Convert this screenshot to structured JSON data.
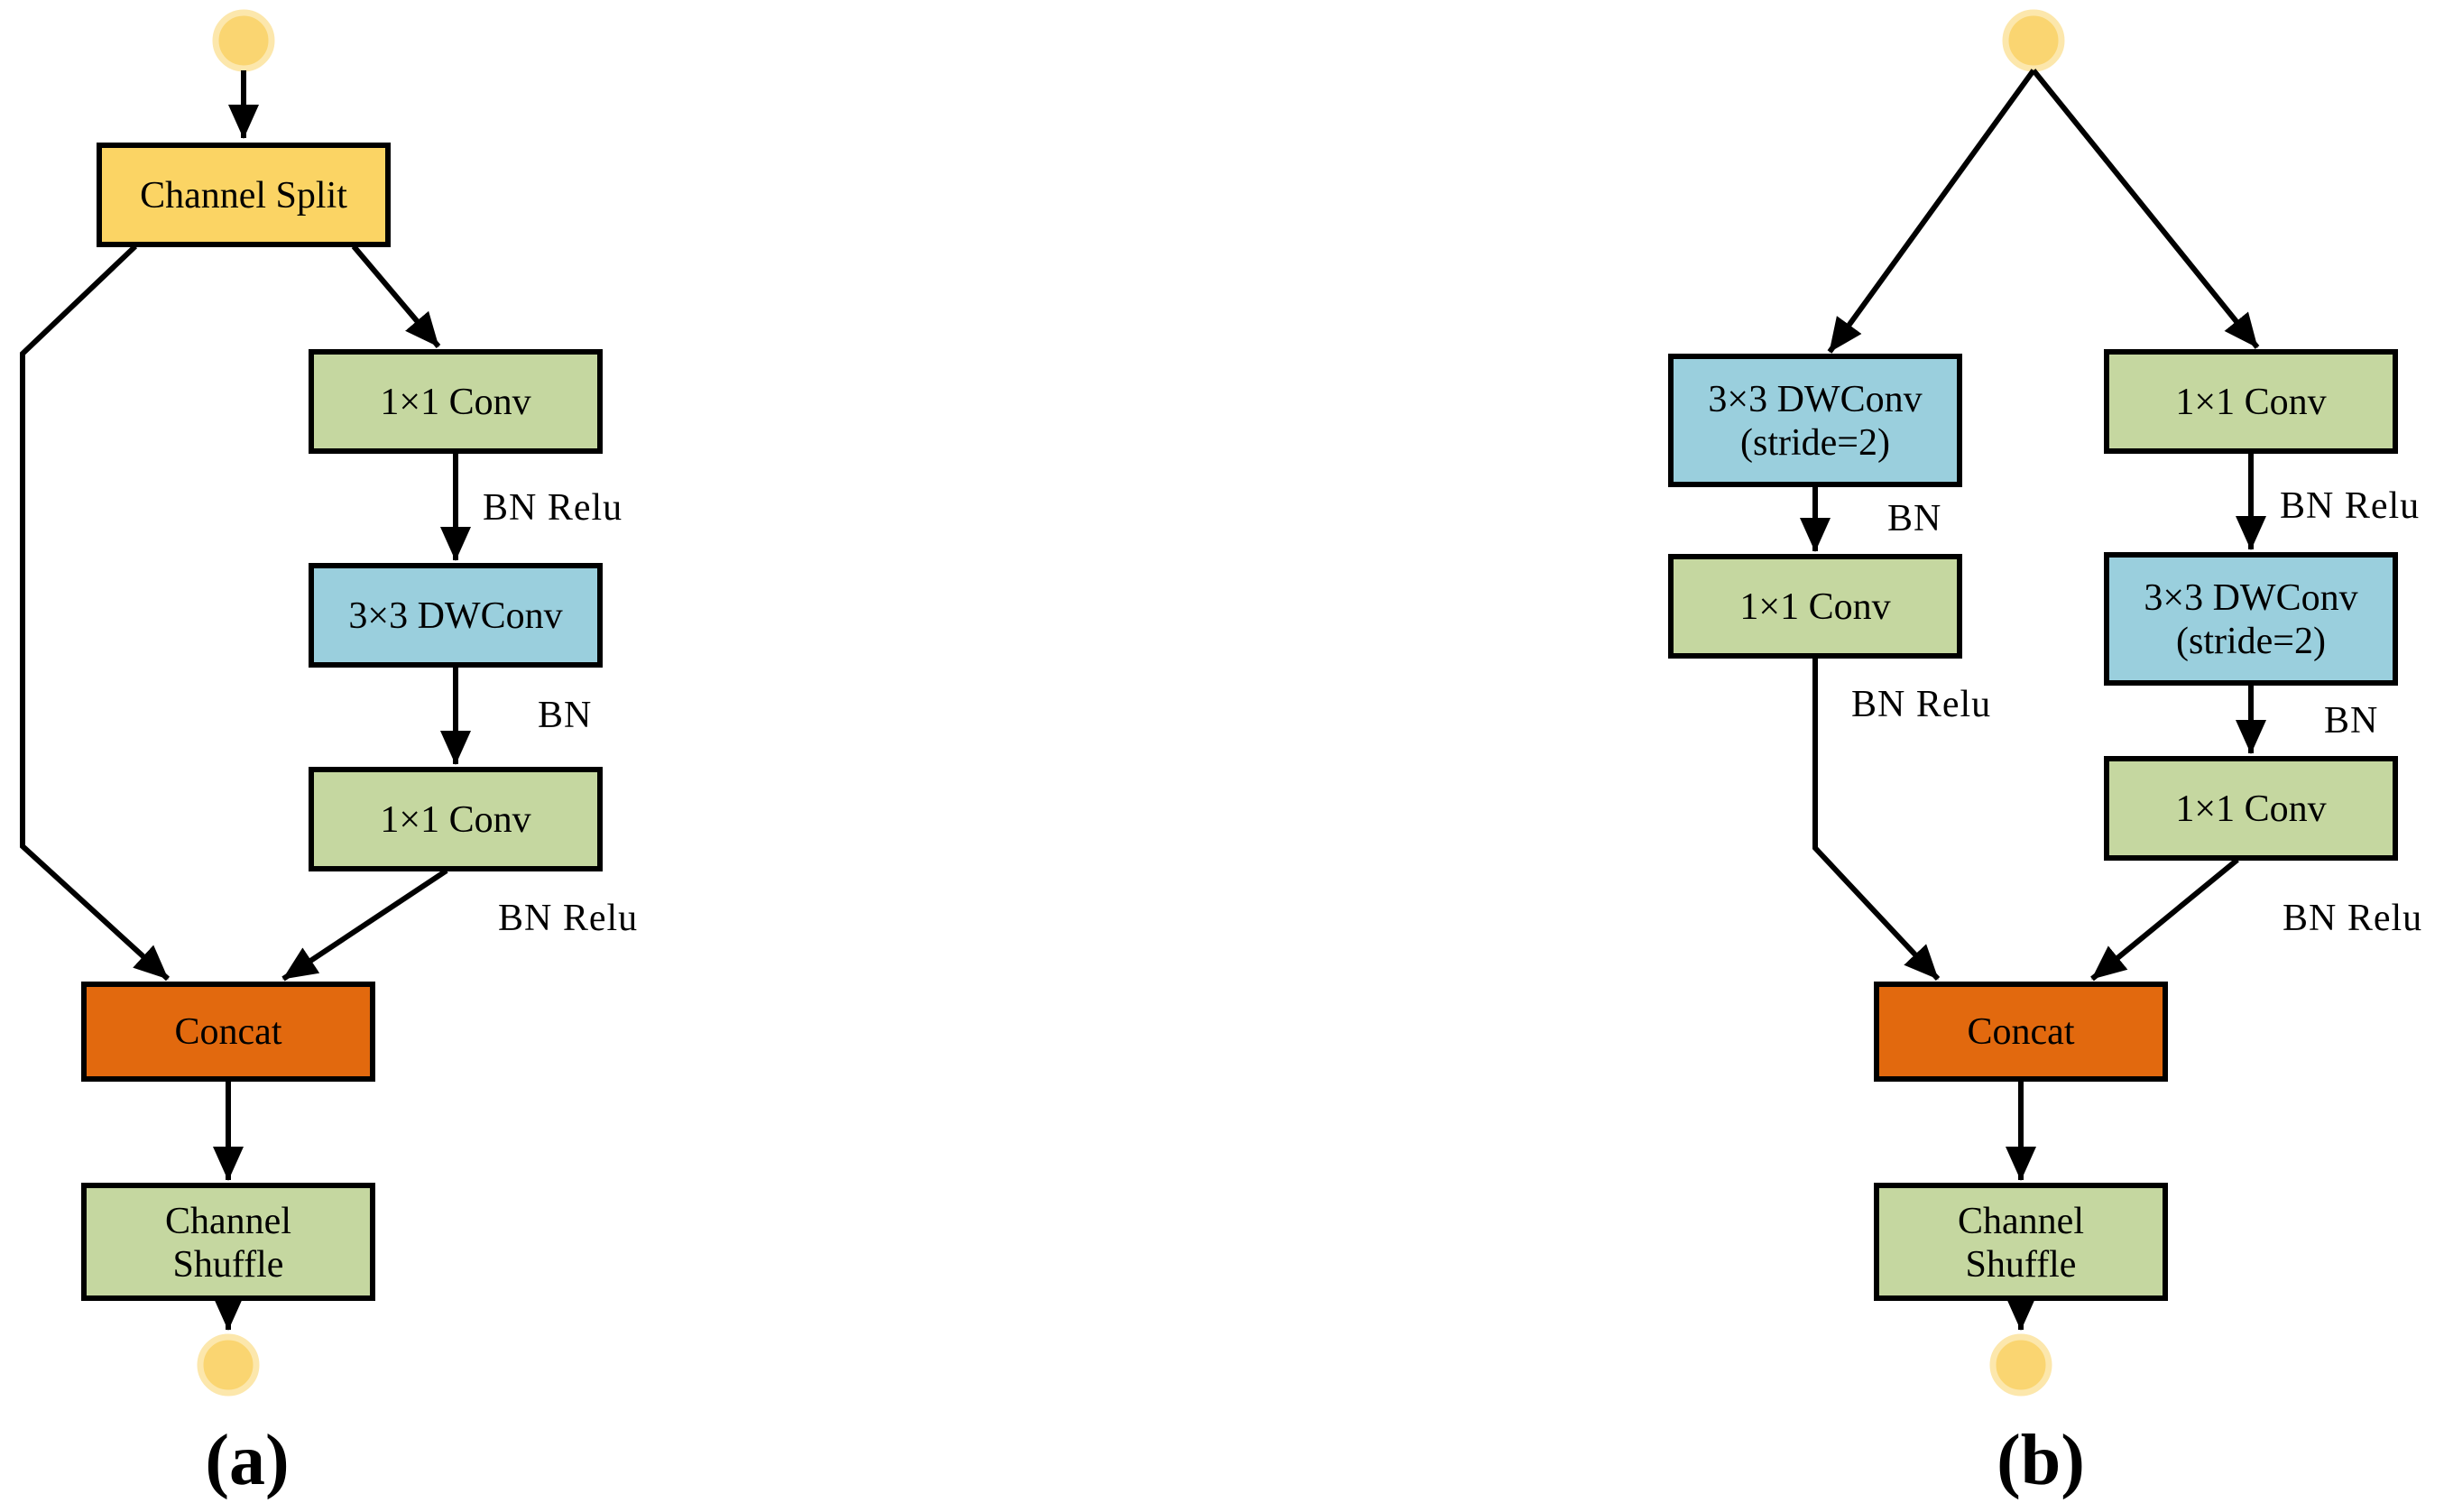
{
  "colors": {
    "background": "#ffffff",
    "line": "#000000",
    "split_yellow": "#FBD464",
    "conv_green": "#C5D7A0",
    "dwconv_blue": "#9ACFDD",
    "concat_orange": "#E2690E",
    "node_fill": "#FAD571",
    "node_rim": "#FCE7AC",
    "text": "#000000"
  },
  "panel_a": {
    "caption": "(a)",
    "channel_split": "Channel Split",
    "conv_1": "1×1 Conv",
    "dwconv": "3×3 DWConv",
    "conv_2": "1×1 Conv",
    "concat": "Concat",
    "shuffle_line_1": "Channel",
    "shuffle_line_2": "Shuffle",
    "label_bn_relu_1": "BN Relu",
    "label_bn": "BN",
    "label_bn_relu_2": "BN Relu"
  },
  "panel_b": {
    "caption": "(b)",
    "dwconv_left_line_1": "3×3 DWConv",
    "dwconv_left_line_2": "(stride=2)",
    "label_bn_left": "BN",
    "conv_left": "1×1 Conv",
    "label_bn_relu_left": "BN Relu",
    "conv_right_1": "1×1 Conv",
    "label_bn_relu_right_1": "BN Relu",
    "dwconv_right_line_1": "3×3 DWConv",
    "dwconv_right_line_2": "(stride=2)",
    "label_bn_right": "BN",
    "conv_right_2": "1×1 Conv",
    "label_bn_relu_right_2": "BN Relu",
    "concat": "Concat",
    "shuffle_line_1": "Channel",
    "shuffle_line_2": "Shuffle"
  }
}
